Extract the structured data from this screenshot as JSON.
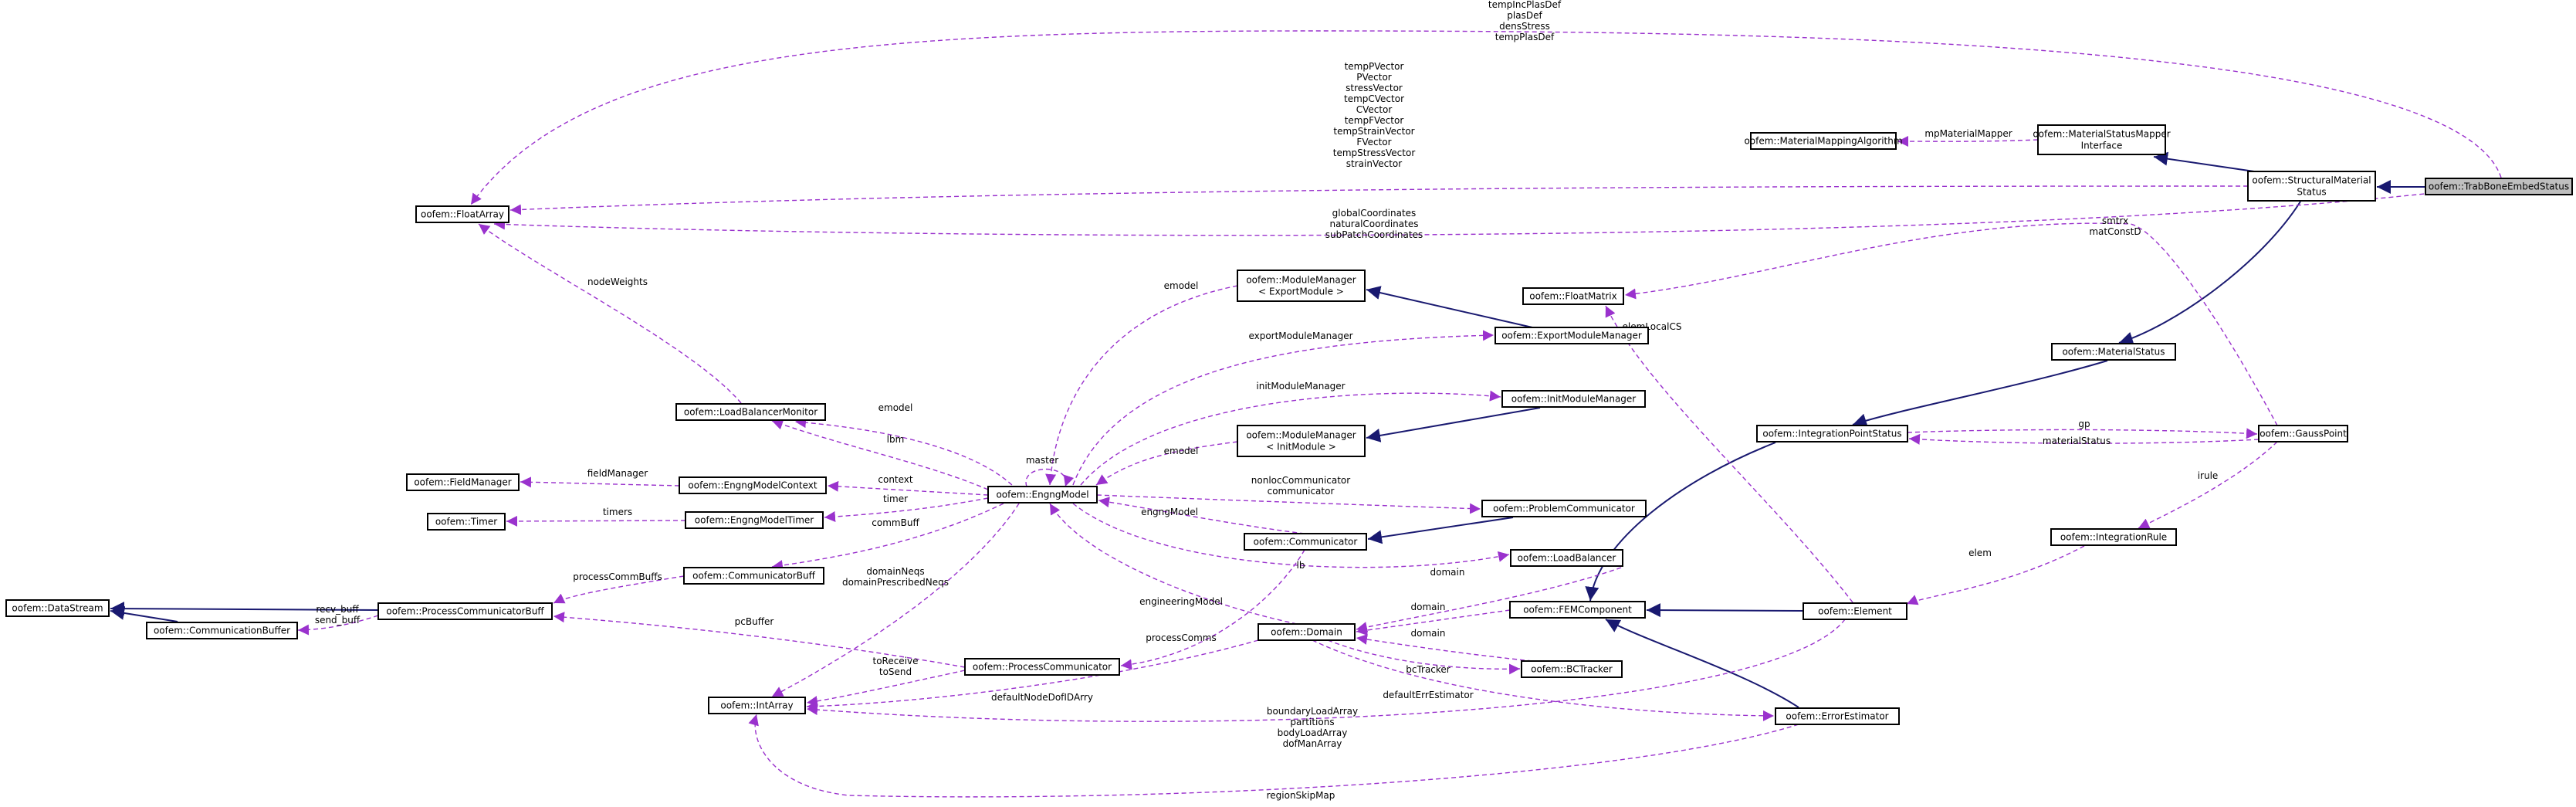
{
  "colors": {
    "inherit": "#191970",
    "use": "#9a32cd",
    "highlight": "#bfbfbf"
  },
  "nodes": {
    "trab": {
      "lines": [
        "oofem::TrabBoneEmbedStatus"
      ]
    },
    "sms": {
      "lines": [
        "oofem::StructuralMaterial",
        "Status"
      ]
    },
    "msmi": {
      "lines": [
        "oofem::MaterialStatusMapper",
        "Interface"
      ]
    },
    "mma": {
      "lines": [
        "oofem::MaterialMappingAlgorithm"
      ]
    },
    "fa": {
      "lines": [
        "oofem::FloatArray"
      ]
    },
    "fm": {
      "lines": [
        "oofem::FloatMatrix"
      ]
    },
    "mmexp": {
      "lines": [
        "oofem::ModuleManager",
        "< ExportModule >"
      ]
    },
    "emm": {
      "lines": [
        "oofem::ExportModuleManager"
      ]
    },
    "mstat": {
      "lines": [
        "oofem::MaterialStatus"
      ]
    },
    "lbm": {
      "lines": [
        "oofem::LoadBalancerMonitor"
      ]
    },
    "imm": {
      "lines": [
        "oofem::InitModuleManager"
      ]
    },
    "mminit": {
      "lines": [
        "oofem::ModuleManager",
        "< InitModule >"
      ]
    },
    "ips": {
      "lines": [
        "oofem::IntegrationPointStatus"
      ]
    },
    "gp": {
      "lines": [
        "oofem::GaussPoint"
      ]
    },
    "fldm": {
      "lines": [
        "oofem::FieldManager"
      ]
    },
    "emc": {
      "lines": [
        "oofem::EngngModelContext"
      ]
    },
    "em": {
      "lines": [
        "oofem::EngngModel"
      ]
    },
    "pc": {
      "lines": [
        "oofem::ProblemCommunicator"
      ]
    },
    "timer": {
      "lines": [
        "oofem::Timer"
      ]
    },
    "emt": {
      "lines": [
        "oofem::EngngModelTimer"
      ]
    },
    "comm": {
      "lines": [
        "oofem::Communicator"
      ]
    },
    "ir": {
      "lines": [
        "oofem::IntegrationRule"
      ]
    },
    "lb": {
      "lines": [
        "oofem::LoadBalancer"
      ]
    },
    "cb": {
      "lines": [
        "oofem::CommunicatorBuff"
      ]
    },
    "ds": {
      "lines": [
        "oofem::DataStream"
      ]
    },
    "pcb": {
      "lines": [
        "oofem::ProcessCommunicatorBuff"
      ]
    },
    "fem": {
      "lines": [
        "oofem::FEMComponent"
      ]
    },
    "el": {
      "lines": [
        "oofem::Element"
      ]
    },
    "cbuf": {
      "lines": [
        "oofem::CommunicationBuffer"
      ]
    },
    "dom": {
      "lines": [
        "oofem::Domain"
      ]
    },
    "bct": {
      "lines": [
        "oofem::BCTracker"
      ]
    },
    "proc": {
      "lines": [
        "oofem::ProcessCommunicator"
      ]
    },
    "ia": {
      "lines": [
        "oofem::IntArray"
      ]
    },
    "ee": {
      "lines": [
        "oofem::ErrorEstimator"
      ]
    }
  },
  "edge_labels": {
    "top": [
      "tempIncPlasDef",
      "plasDef",
      "densStress",
      "tempPlasDef"
    ],
    "vectors": [
      "tempPVector",
      "PVector",
      "stressVector",
      "tempCVector",
      "CVector",
      "tempFVector",
      "tempStrainVector",
      "FVector",
      "tempStressVector",
      "strainVector"
    ],
    "coords": [
      "globalCoordinates",
      "naturalCoordinates",
      "subPatchCoordinates"
    ],
    "smtrx": [
      "smtrx",
      "matConstD"
    ],
    "mpmm": [
      "mpMaterialMapper"
    ],
    "nodew": [
      "nodeWeights"
    ],
    "emodel1": [
      "emodel"
    ],
    "expmm": [
      "exportModuleManager"
    ],
    "elemlcs": [
      "elemLocalCS"
    ],
    "initmm": [
      "initModuleManager"
    ],
    "emodel2": [
      "emodel"
    ],
    "emodel3": [
      "emodel"
    ],
    "lbm": [
      "lbm"
    ],
    "master": [
      "master"
    ],
    "gp": [
      "gp"
    ],
    "matstat": [
      "materialStatus"
    ],
    "fieldm": [
      "fieldManager"
    ],
    "context": [
      "context"
    ],
    "nonloc": [
      "nonlocCommunicator",
      "communicator"
    ],
    "timer": [
      "timer"
    ],
    "timers": [
      "timers"
    ],
    "irule": [
      "irule"
    ],
    "commbuff": [
      "commBuff"
    ],
    "engngm": [
      "engngModel"
    ],
    "lb": [
      "lb"
    ],
    "elem": [
      "elem"
    ],
    "pcbuffs": [
      "processCommBuffs"
    ],
    "neqs": [
      "domainNeqs",
      "domainPrescribedNeqs"
    ],
    "domain1": [
      "domain"
    ],
    "domain2": [
      "domain"
    ],
    "engm2": [
      "engineeringModel"
    ],
    "recv": [
      "recv_buff",
      "send_buff"
    ],
    "pcbuffer": [
      "pcBuffer"
    ],
    "domain3": [
      "domain"
    ],
    "pcomms": [
      "processComms"
    ],
    "bctr": [
      "bcTracker"
    ],
    "toRecv": [
      "toReceive",
      "toSend"
    ],
    "defnode": [
      "defaultNodeDofIDArry"
    ],
    "deferr": [
      "defaultErrEstimator"
    ],
    "blarr": [
      "boundaryLoadArray",
      "partitions",
      "bodyLoadArray",
      "dofManArray"
    ],
    "regskip": [
      "regionSkipMap"
    ]
  }
}
